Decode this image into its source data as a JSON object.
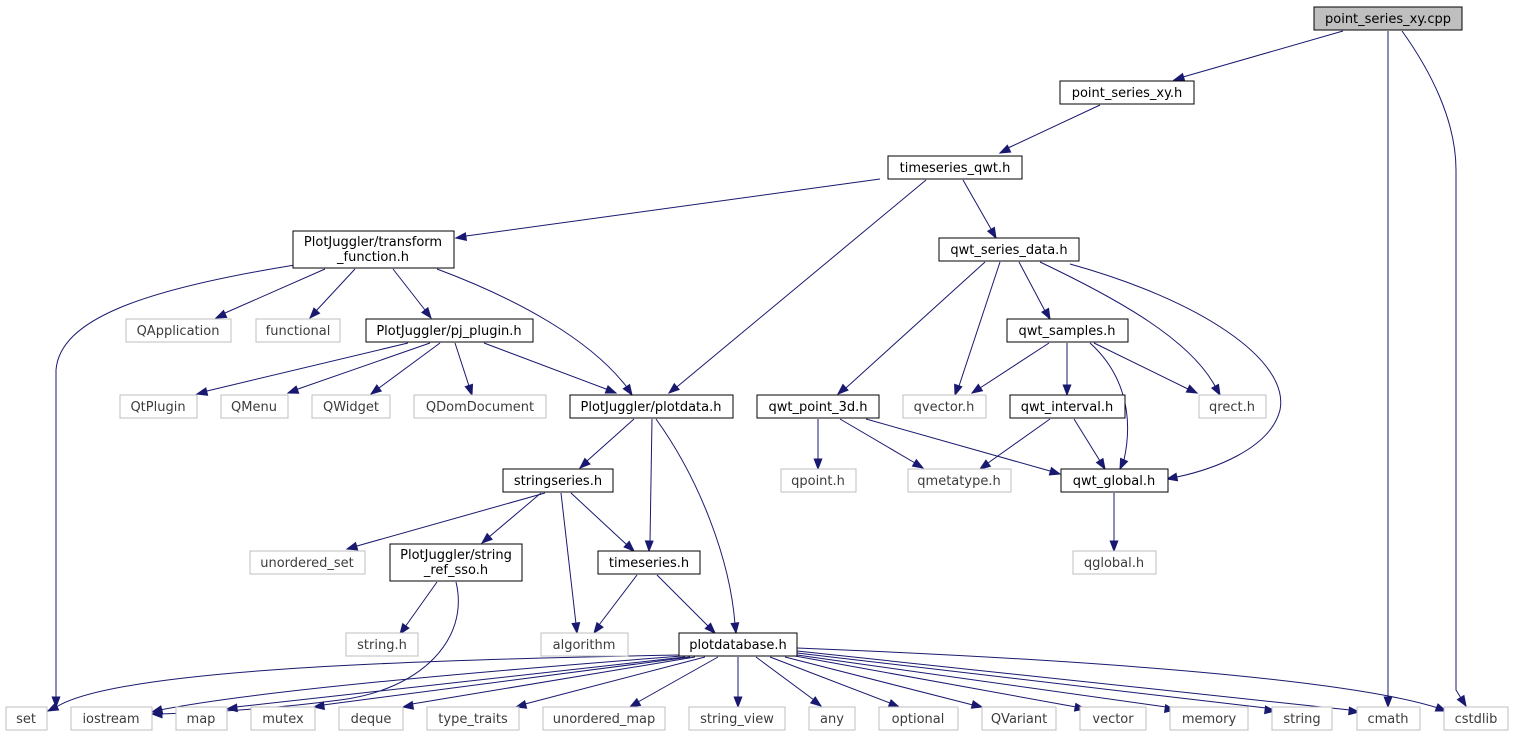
{
  "colors": {
    "edge": "#191970",
    "root_fill": "#bfbfbf",
    "internal_border": "#000000",
    "external_border": "#bfbfbf",
    "external_text": "#3c3c3c"
  },
  "nodes": {
    "point_series_xy_cpp": "point_series_xy.cpp",
    "point_series_xy_h": "point_series_xy.h",
    "timeseries_qwt_h": "timeseries_qwt.h",
    "transform_function_h_1": "PlotJuggler/transform",
    "transform_function_h_2": "_function.h",
    "qwt_series_data_h": "qwt_series_data.h",
    "QApplication": "QApplication",
    "functional": "functional",
    "pj_plugin_h": "PlotJuggler/pj_plugin.h",
    "qwt_samples_h": "qwt_samples.h",
    "QtPlugin": "QtPlugin",
    "QMenu": "QMenu",
    "QWidget": "QWidget",
    "QDomDocument": "QDomDocument",
    "plotdata_h": "PlotJuggler/plotdata.h",
    "qwt_point_3d_h": "qwt_point_3d.h",
    "qvector_h": "qvector.h",
    "qwt_interval_h": "qwt_interval.h",
    "qrect_h": "qrect.h",
    "stringseries_h": "stringseries.h",
    "qpoint_h": "qpoint.h",
    "qmetatype_h": "qmetatype.h",
    "qwt_global_h": "qwt_global.h",
    "unordered_set": "unordered_set",
    "string_ref_sso_h_1": "PlotJuggler/string",
    "string_ref_sso_h_2": "_ref_sso.h",
    "timeseries_h": "timeseries.h",
    "qglobal_h": "qglobal.h",
    "string_h": "string.h",
    "algorithm": "algorithm",
    "plotdatabase_h": "plotdatabase.h",
    "set": "set",
    "iostream": "iostream",
    "map": "map",
    "mutex": "mutex",
    "deque": "deque",
    "type_traits": "type_traits",
    "unordered_map": "unordered_map",
    "string_view": "string_view",
    "any": "any",
    "optional": "optional",
    "QVariant": "QVariant",
    "vector": "vector",
    "memory": "memory",
    "string": "string",
    "cmath": "cmath",
    "cstdlib": "cstdlib"
  }
}
